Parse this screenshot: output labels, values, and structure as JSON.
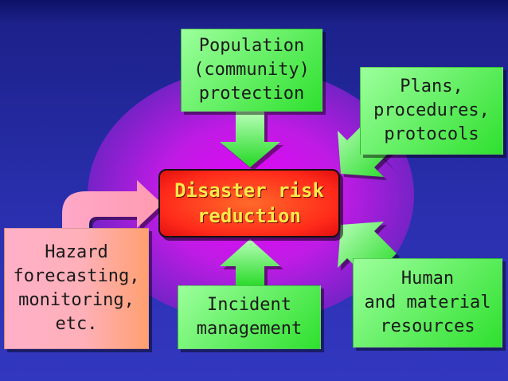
{
  "diagram": {
    "center": {
      "label": "Disaster risk\nreduction"
    },
    "inputs": {
      "population": {
        "label": "Population\n(community)\nprotection"
      },
      "plans": {
        "label": "Plans,\nprocedures,\nprotocols"
      },
      "hazard": {
        "label": "Hazard\nforecasting,\nmonitoring,\netc."
      },
      "incident": {
        "label": "Incident\nmanagement"
      },
      "resources": {
        "label": "Human\nand material\nresources"
      }
    },
    "colors": {
      "background": "#2a2fae",
      "ellipse": "#c020e0",
      "green_box": "#33e633",
      "pink_box": "#ffa0b0",
      "center_box": "#ff3a1a",
      "center_text": "#ffe94a"
    }
  }
}
